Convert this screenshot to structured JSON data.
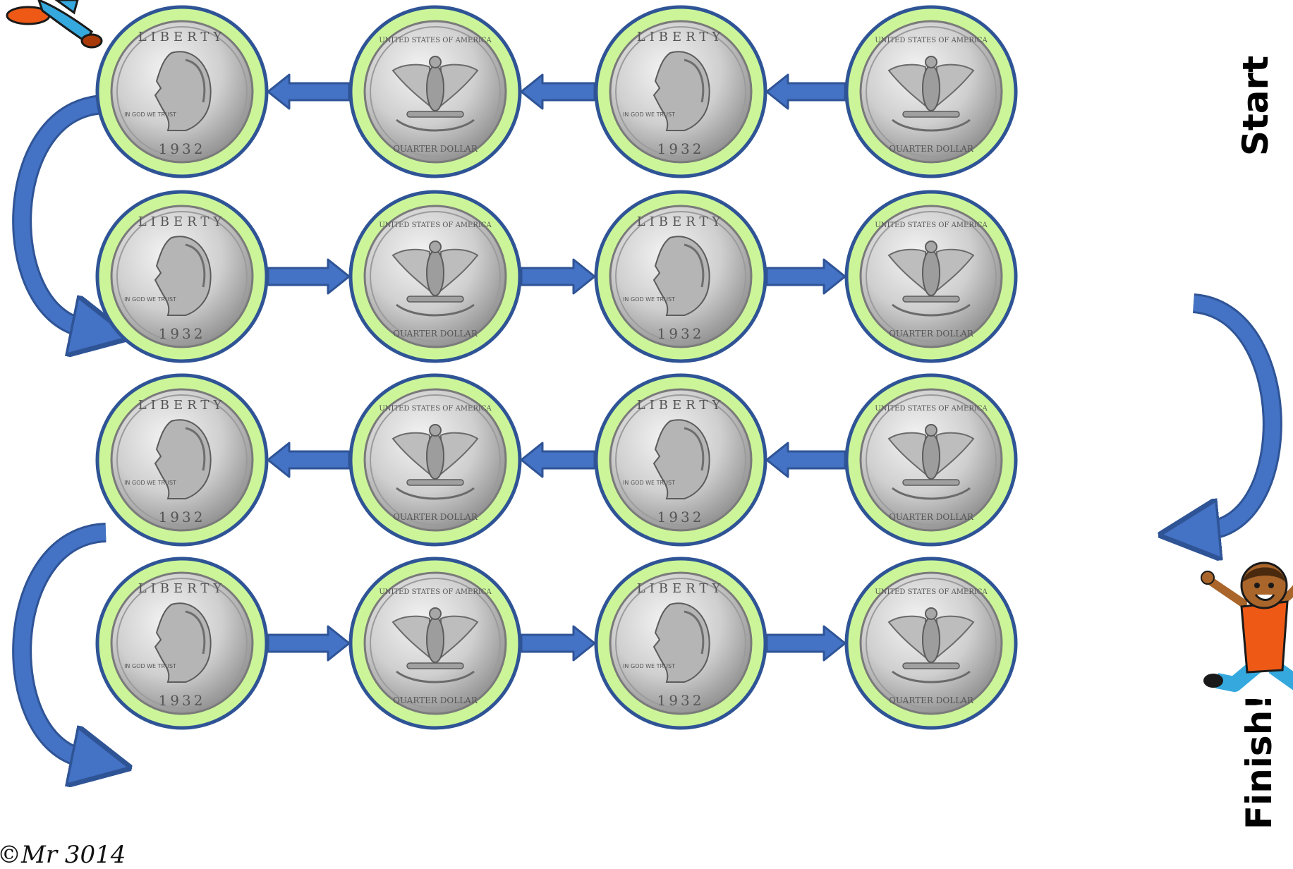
{
  "labels": {
    "start": "Start",
    "finish": "Finish!",
    "copyright": "©Mr 3014"
  },
  "board": {
    "rows": 4,
    "cols": 4,
    "path_order": "serpentine, starting top-right and moving left",
    "spaces": [
      [
        "heads",
        "tails",
        "heads",
        "tails"
      ],
      [
        "heads",
        "tails",
        "heads",
        "tails"
      ],
      [
        "heads",
        "tails",
        "heads",
        "tails"
      ],
      [
        "heads",
        "tails",
        "heads",
        "tails"
      ]
    ]
  },
  "coin": {
    "heads_text_top": "LIBERTY",
    "heads_motto": "IN GOD WE TRUST",
    "heads_year": "1932",
    "tails_text_top": "UNITED STATES OF AMERICA",
    "tails_text_bottom": "QUARTER DOLLAR"
  },
  "colors": {
    "ring_fill": "#ccf59a",
    "ring_stroke": "#2f5496",
    "arrow_fill": "#4472c4",
    "arrow_stroke": "#2f5496",
    "coin_light": "#e6e6e6",
    "coin_dark": "#8a8a8a",
    "shirt": "#ee5a16",
    "pants": "#35a8de",
    "skin": "#a9652a",
    "hair": "#4a2a0f"
  },
  "icons": [
    "runner-boy-icon",
    "running-character-icon",
    "quarter-heads-icon",
    "quarter-tails-icon",
    "path-arrow-icon"
  ]
}
